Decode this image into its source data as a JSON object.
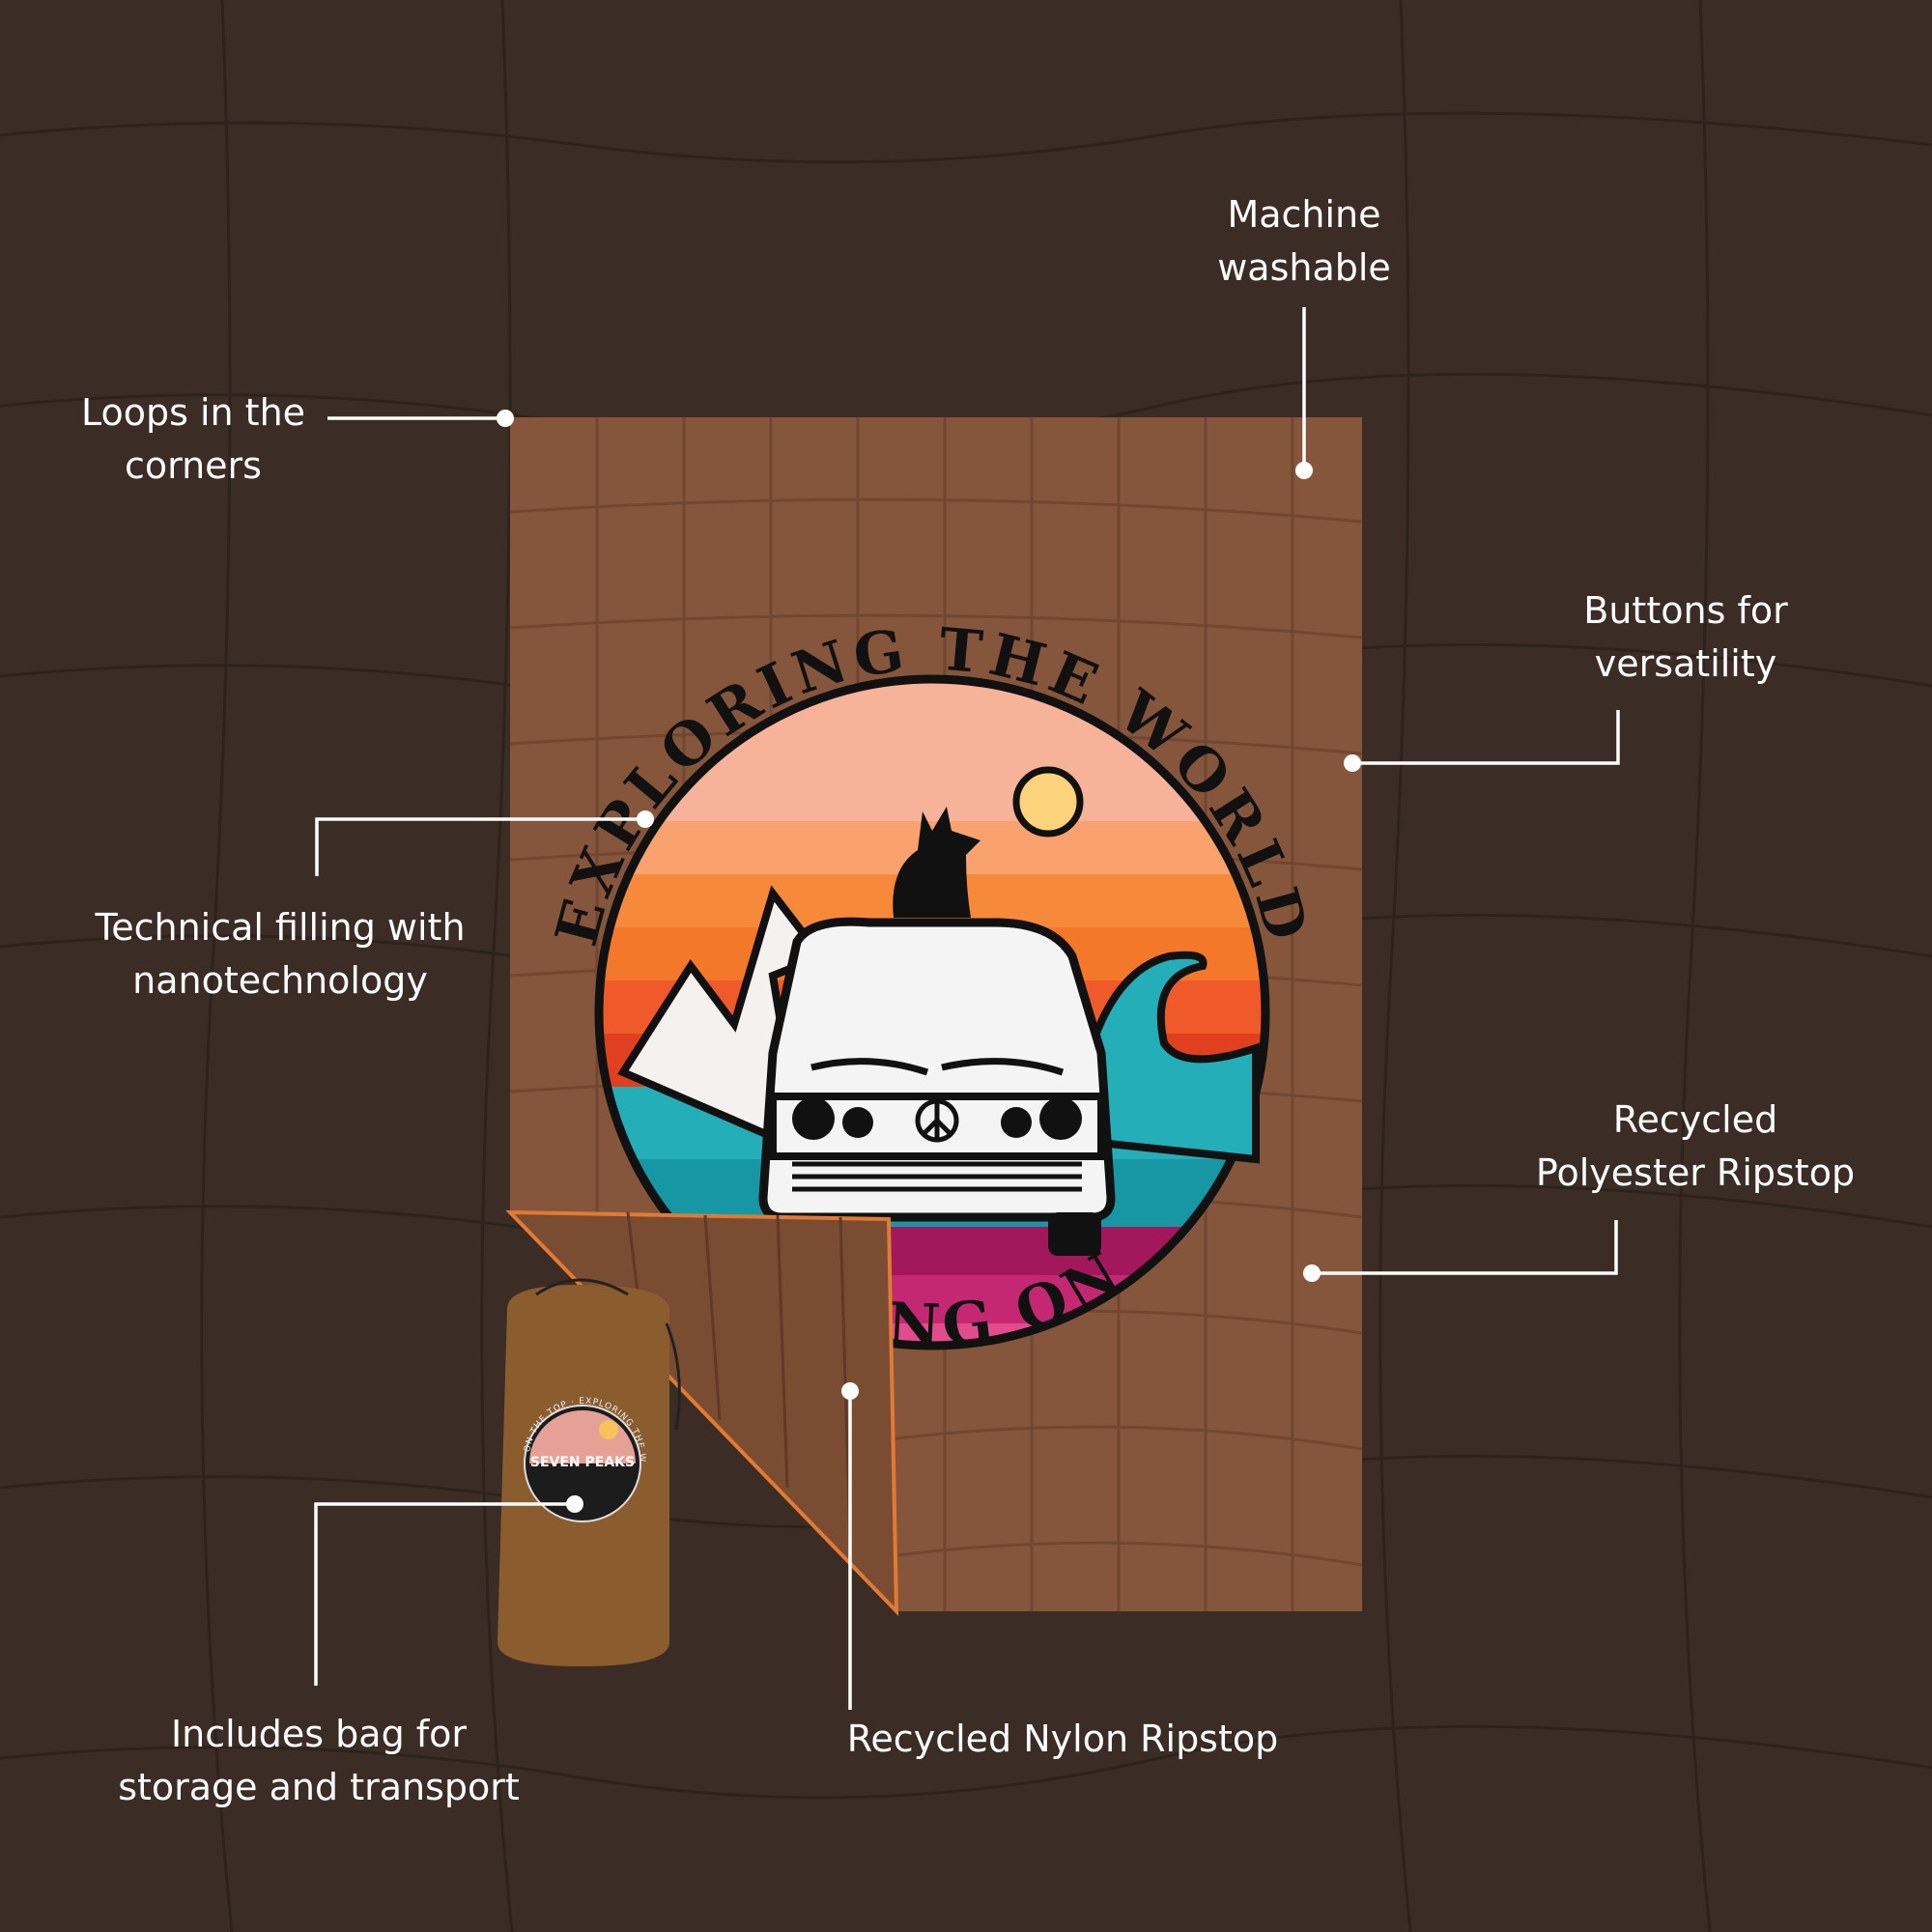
{
  "colors": {
    "background": "#3b2d25",
    "blanket": "#86563c",
    "blanket_dark": "#6f4630",
    "trim": "#e07a34",
    "label_text": "#ffffff",
    "callout_line": "#ffffff"
  },
  "badge": {
    "arc_top": "EXPLORING THE WORLD",
    "arc_bottom": "LIVING ON",
    "icon_names": [
      "sun-icon",
      "dog-icon",
      "mountains-icon",
      "wave-icon",
      "van-icon",
      "peace-sign-icon"
    ]
  },
  "bag": {
    "brand": "SEVEN PEAKS",
    "ring_text": "LIVING ON THE TOP · EXPLORING THE WORLD"
  },
  "callouts": [
    {
      "id": "machine-washable",
      "lines": [
        "Machine",
        "washable"
      ]
    },
    {
      "id": "loops-corners",
      "lines": [
        "Loops in the",
        "corners"
      ]
    },
    {
      "id": "buttons-versatility",
      "lines": [
        "Buttons for",
        "versatility"
      ]
    },
    {
      "id": "technical-filling",
      "lines": [
        "Technical filling with",
        "nanotechnology"
      ]
    },
    {
      "id": "recycled-polyester",
      "lines": [
        "Recycled",
        "Polyester Ripstop"
      ]
    },
    {
      "id": "recycled-nylon",
      "lines": [
        "Recycled Nylon Ripstop"
      ]
    },
    {
      "id": "includes-bag",
      "lines": [
        "Includes bag for",
        "storage and transport"
      ]
    }
  ]
}
